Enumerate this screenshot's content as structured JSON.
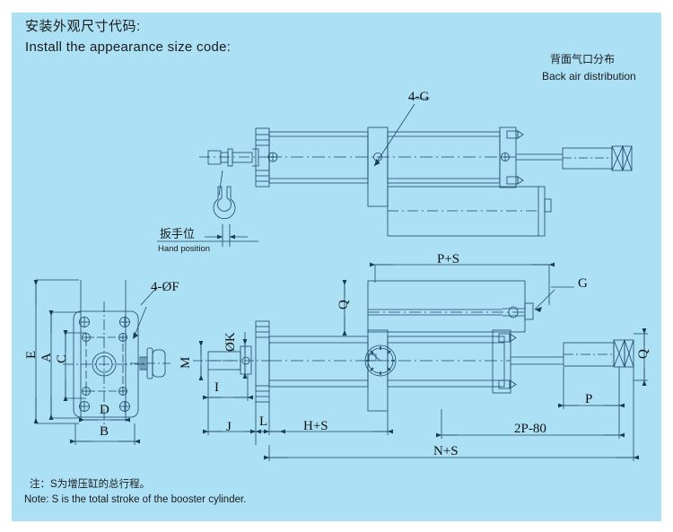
{
  "page": {
    "background_outer": "#ffffff",
    "background_panel": "#ace0f5",
    "line_color": "#1d3f5e",
    "text_color": "#1b1b1b"
  },
  "header": {
    "title_cn": "安装外观尺寸代码:",
    "title_en": "Install the appearance size code:"
  },
  "top_right_note": {
    "cn": "背面气口分布",
    "en": "Back air distribution"
  },
  "hand_position": {
    "cn": "扳手位",
    "en": "Hand position"
  },
  "footer_note": {
    "cn": "注：S为增压缸的总行程。",
    "en": "Note: S is the total stroke of the booster cylinder."
  },
  "callouts": {
    "top_port": "4-G",
    "flange_holes": "4-ØF",
    "right_port": "G"
  },
  "dimensions": {
    "flange_view": {
      "E": "E",
      "A": "A",
      "C": "C",
      "D": "D",
      "B": "B"
    },
    "side_view": {
      "M": "M",
      "K": "ØK",
      "I": "I",
      "J": "J",
      "L": "L",
      "Q_left": "Q",
      "Q_right": "Q",
      "H_plus_S": "H+S",
      "P_plus_S": "P+S",
      "P": "P",
      "two_P_minus_80": "2P-80",
      "N_plus_S": "N+S"
    }
  },
  "icons": {
    "wrench": "wrench-icon",
    "port_circle": "port-circle-icon"
  }
}
